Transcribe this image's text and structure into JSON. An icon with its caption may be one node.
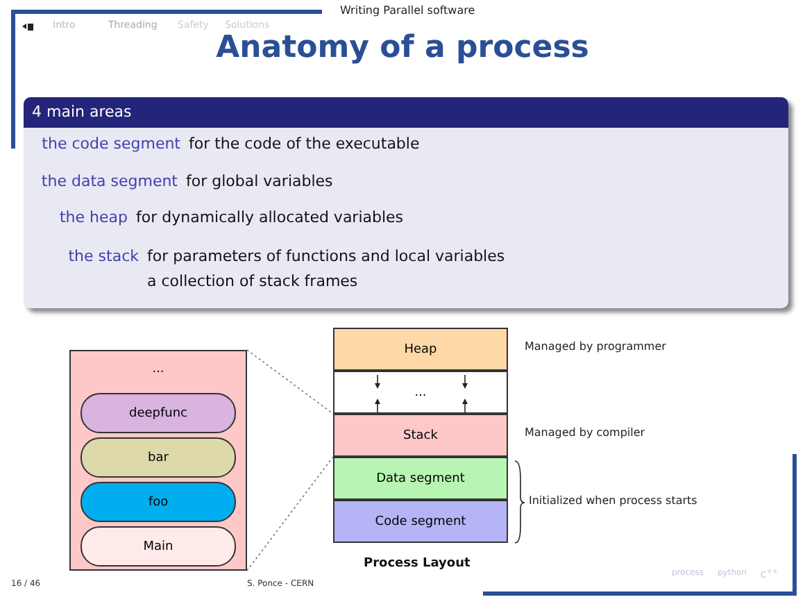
{
  "diagram": {
    "title": "Anatomy of a process",
    "nodes": [
      {
        "text": [
          "4 main areas",
          "the code segment",
          "for the code of the executable",
          "the data segment",
          "for global variables",
          "the heap",
          "for dynamically allocated variables",
          "the stack",
          "for parameters of functions and local variables",
          "a collection of stack frames"
        ]
      },
      {
        "text": [
          "..."
        ]
      },
      {
        "text": [
          "deepfunc"
        ],
        "in": 1
      },
      {
        "text": [
          "bar"
        ],
        "in": 1
      },
      {
        "text": [
          "foo"
        ],
        "in": 1
      },
      {
        "text": [
          "Main"
        ],
        "in": 1
      },
      {
        "text": [
          "Heap"
        ]
      },
      {
        "text": [
          "..."
        ]
      },
      {
        "text": [
          "Stack"
        ]
      },
      {
        "text": [
          "Data segment"
        ]
      },
      {
        "text": [
          "Code segment"
        ]
      }
    ],
    "edges": [
      {
        "from": 1,
        "to": 8,
        "arrow": "none",
        "style": "dashed"
      },
      {
        "from": 1,
        "to": 8,
        "arrow": "none",
        "style": "dashed"
      }
    ],
    "labels": [
      "Writing Parallel software",
      "Intro",
      "Threading",
      "Safety",
      "Solutions",
      "Managed by programmer",
      "Managed by compiler",
      "Initialized when process starts",
      "Process Layout",
      "16 / 46",
      "S. Ponce - CERN",
      "process",
      "python",
      "C$^{++}$"
    ]
  }
}
